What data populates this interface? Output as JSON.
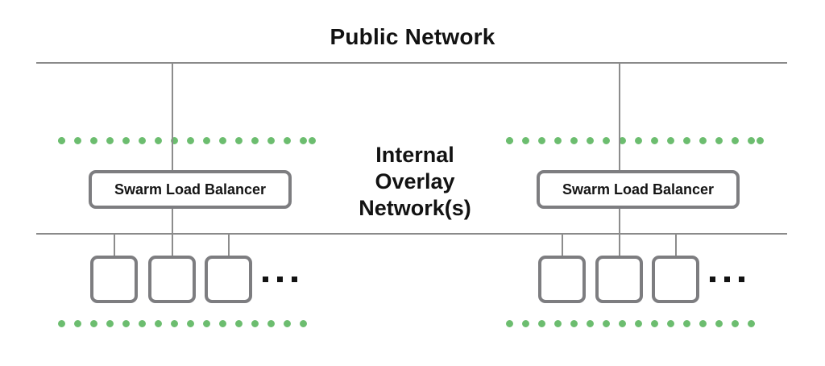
{
  "diagram": {
    "title": "Public Network",
    "center_label": {
      "line1": "Internal",
      "line2": "Overlay",
      "line3": "Network(s)"
    },
    "colors": {
      "overlay_dotted_border": "#6cbd6f",
      "box_border": "#7d7d80",
      "network_line": "#8a8a8a",
      "text": "#121212",
      "background": "#ffffff"
    },
    "overlay_networks": [
      {
        "id": "overlay-network-left",
        "load_balancer": "Swarm Load Balancer",
        "tasks": [
          "",
          "",
          ""
        ],
        "ellipsis": "..."
      },
      {
        "id": "overlay-network-right",
        "load_balancer": "Swarm Load Balancer",
        "tasks": [
          "",
          "",
          ""
        ],
        "ellipsis": "..."
      }
    ]
  }
}
